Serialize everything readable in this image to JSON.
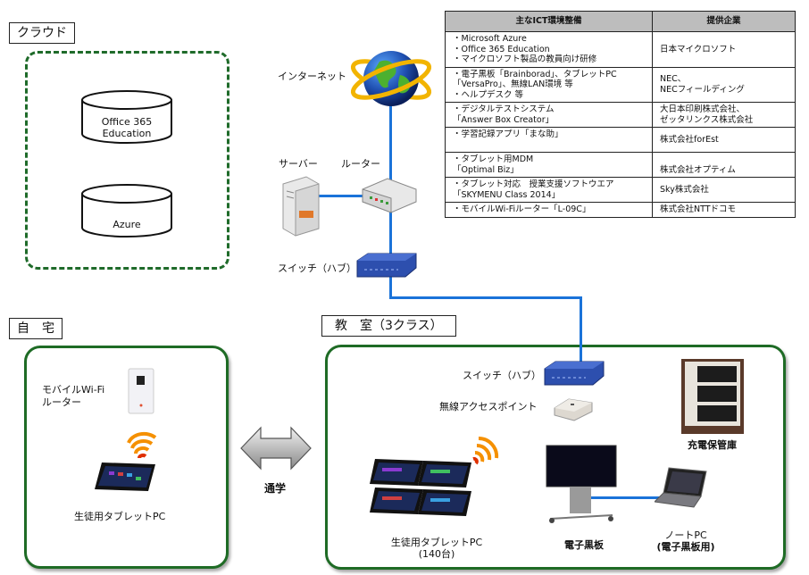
{
  "zones": {
    "cloud": {
      "title": "クラウド",
      "services": [
        "Office 365\nEducation",
        "Azure"
      ]
    },
    "home": {
      "title": "自　宅",
      "router_label_1": "モバイルWi-Fi",
      "router_label_2": "ルーター",
      "tablet_label": "生徒用タブレットPC"
    },
    "commute": {
      "label": "通学"
    },
    "classroom": {
      "title": "教　室（3クラス）",
      "switch_label": "スイッチ（ハブ）",
      "access_point_label": "無線アクセスポイント",
      "charging_cabinet_label": "充電保管庫",
      "tablets_label_1": "生徒用タブレットPC",
      "tablets_label_2": "(140台)",
      "whiteboard_label": "電子黒板",
      "notebook_label_1": "ノートPC",
      "notebook_label_2": "(電子黒板用)"
    }
  },
  "network": {
    "internet_label": "インターネット",
    "server_label": "サーバー",
    "router_label": "ルーター",
    "switch_label": "スイッチ（ハブ）"
  },
  "table": {
    "headers": [
      "主なICT環境整備",
      "提供企業"
    ],
    "rows": [
      {
        "items": [
          "・Microsoft Azure",
          "・Office 365 Education",
          "・マイクロソフト製品の教員向け研修"
        ],
        "vendor": [
          "日本マイクロソフト"
        ]
      },
      {
        "items": [
          "・電子黒板「Brainborad」、タブレットPC",
          "「VersaPro」、無線LAN環境 等",
          "・ヘルプデスク 等"
        ],
        "vendor": [
          "NEC、",
          "NECフィールディング"
        ]
      },
      {
        "items": [
          "・デジタルテストシステム",
          "「Answer Box Creator」"
        ],
        "vendor": [
          "大日本印刷株式会社、",
          "ゼッタリンクス株式会社"
        ]
      },
      {
        "items": [
          "・学習記録アプリ「まな助」",
          ""
        ],
        "vendor": [
          "株式会社forEst"
        ]
      },
      {
        "items": [
          "・タブレット用MDM",
          "「Optimal Biz」"
        ],
        "vendor": [
          "",
          "株式会社オプティム"
        ]
      },
      {
        "items": [
          "・タブレット対応　授業支援ソフトウエア",
          "「SKYMENU Class 2014」"
        ],
        "vendor": [
          "Sky株式会社"
        ]
      },
      {
        "items": [
          "・モバイルWi-Fiルーター「L-09C」"
        ],
        "vendor": [
          "株式会社NTTドコモ"
        ]
      }
    ]
  },
  "colors": {
    "zone_green": "#1e6b25",
    "wire_blue": "#1a73d9",
    "header_gray": "#bdbdbd"
  }
}
